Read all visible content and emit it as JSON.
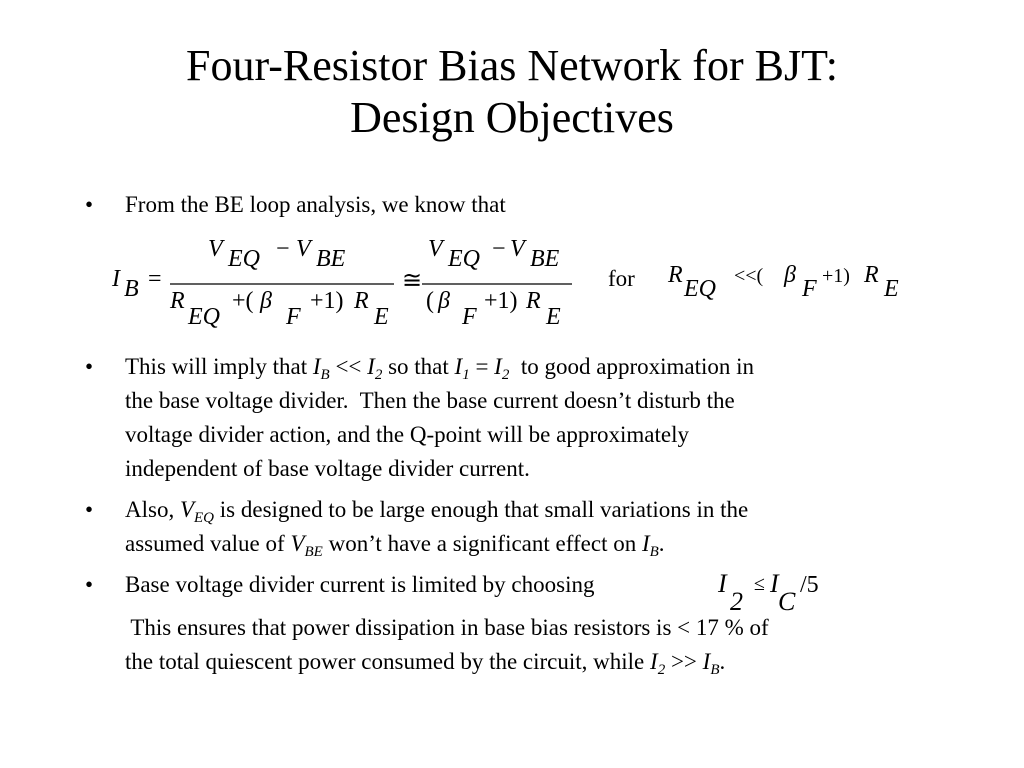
{
  "title": {
    "line1": "Four-Resistor Bias Network for BJT:",
    "line2": "Design Objectives"
  },
  "bullet_glyph": "•",
  "bullet1": {
    "text": "From the BE loop analysis, we know that"
  },
  "equation1": {
    "lhs_symbol": "I",
    "lhs_sub": "B",
    "equals": "=",
    "frac1_num": {
      "v1": "V",
      "v1_sub": "EQ",
      "minus": "−",
      "v2": "V",
      "v2_sub": "BE"
    },
    "frac1_den": {
      "r1": "R",
      "r1_sub": "EQ",
      "plus_open": "+(",
      "beta": "β",
      "beta_sub": "F",
      "plus_one": "+1)",
      "r2": "R",
      "r2_sub": "E"
    },
    "approx": "≅",
    "frac2_num": {
      "v1": "V",
      "v1_sub": "EQ",
      "minus": "−",
      "v2": "V",
      "v2_sub": "BE"
    },
    "frac2_den": {
      "open": "(",
      "beta": "β",
      "beta_sub": "F",
      "plus_one": "+1)",
      "r2": "R",
      "r2_sub": "E"
    },
    "for_word": "for",
    "cond": {
      "r1": "R",
      "r1_sub": "EQ",
      "ll": "<<(",
      "beta": "β",
      "beta_sub": "F",
      "plus_one": "+1)",
      "r2": "R",
      "r2_sub": "E"
    }
  },
  "bullet2": {
    "p1": "This will imply that ",
    "ib": "I",
    "ib_sub": "B",
    "ll": " << ",
    "i2": "I",
    "i2_sub": "2",
    "p2": " so that ",
    "i1": "I",
    "i1_sub": "1",
    "eq": " = ",
    "i2b": "I",
    "i2b_sub": "2",
    "p3": "  to good approximation in",
    "line2": "the base voltage divider.  Then the base current doesn’t disturb the",
    "line3": "voltage divider action, and the Q-point will be approximately",
    "line4": "independent of base voltage divider current."
  },
  "bullet3": {
    "p1": "Also, ",
    "veq": "V",
    "veq_sub": "EQ",
    "p2": " is designed to be large enough that small variations in the",
    "p3": "assumed value of ",
    "vbe": "V",
    "vbe_sub": "BE",
    "p4": " won’t have a significant effect on ",
    "ib": "I",
    "ib_sub": "B",
    "p5": "."
  },
  "bullet4": {
    "p1": "Base voltage divider current is limited by choosing",
    "math": {
      "i2": "I",
      "i2_sub": "2",
      "le": "≤",
      "ic": "I",
      "ic_sub": "C",
      "div": "/5"
    },
    "l2": " This ensures that power dissipation in base bias resistors is ",
    "lt": "<",
    "l2b": " 17 % of",
    "l3a": "the total quiescent power consumed by the circuit, while ",
    "i2": "I",
    "i2_sub": "2",
    "gg": " >> ",
    "ib": "I",
    "ib_sub": "B",
    "end": "."
  }
}
